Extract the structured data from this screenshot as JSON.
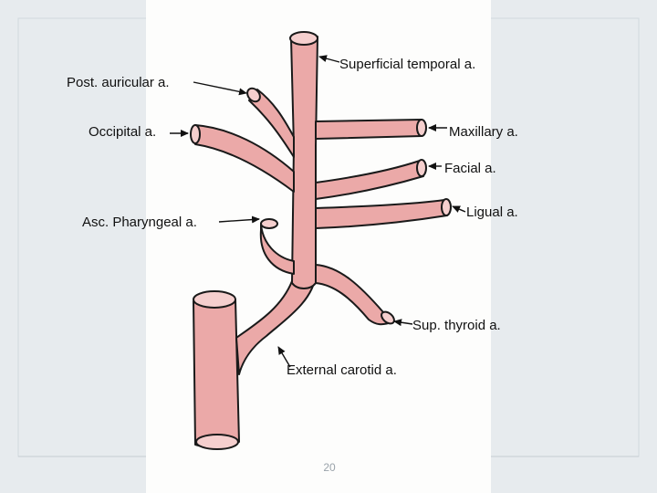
{
  "diagram": {
    "labels": {
      "superficial_temporal": "Superficial temporal a.",
      "post_auricular": "Post. auricular a.",
      "occipital": "Occipital a.",
      "maxillary": "Maxillary a.",
      "facial": "Facial a.",
      "lingual": "Ligual a.",
      "asc_pharyngeal": "Asc. Pharyngeal a.",
      "sup_thyroid": "Sup. thyroid a.",
      "external_carotid": "External carotid a."
    },
    "page_number": "20"
  },
  "colors": {
    "vessel_fill": "#eba9a8",
    "vessel_outline": "#1a1a1a",
    "slide_background": "#e7ebee",
    "paper": "#fdfdfc"
  }
}
